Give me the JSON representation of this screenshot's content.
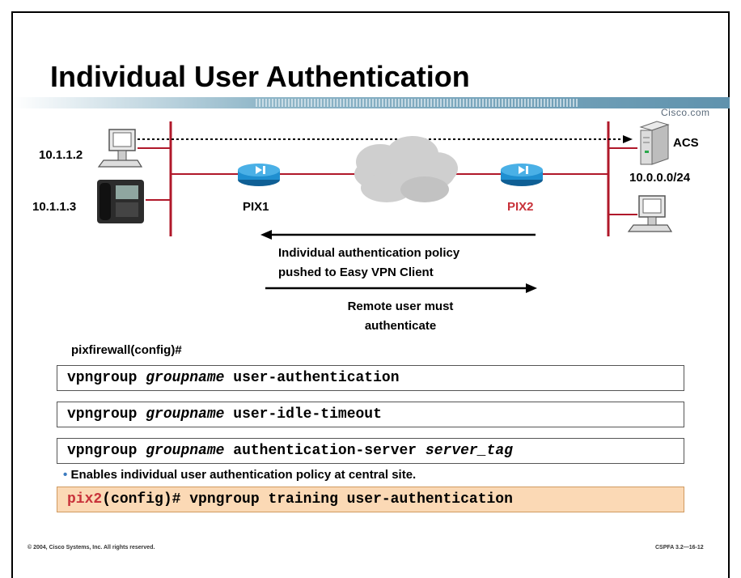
{
  "slide": {
    "title": "Individual User Authentication",
    "brand": "Cisco.com",
    "footer_left": "© 2004, Cisco Systems, Inc. All rights reserved.",
    "footer_right": "CSPFA 3.2—16-12"
  },
  "diagram": {
    "host1_ip": "10.1.1.2",
    "phone_ip": "10.1.1.3",
    "pix1_label": "PIX1",
    "pix2_label": "PIX2",
    "acs_label": "ACS",
    "network_label": "10.0.0.0/24",
    "policy_text_1": "Individual authentication policy",
    "policy_text_2": "pushed to Easy VPN Client",
    "auth_text_1": "Remote user must",
    "auth_text_2": "authenticate",
    "colors": {
      "pix_blue": "#1f8fd0",
      "pix2_red": "#c8323a",
      "network_line": "#b0182a",
      "cloud": "#cfcfcf"
    }
  },
  "commands": {
    "prompt": "pixfirewall(config)#",
    "cmd1": {
      "keyword": "vpngroup",
      "param": "groupname",
      "rest": "user-authentication"
    },
    "cmd2": {
      "keyword": "vpngroup",
      "param": "groupname",
      "rest": "user-idle-timeout"
    },
    "cmd3": {
      "keyword": "vpngroup",
      "param": "groupname",
      "rest": "authentication-server",
      "param2": "server_tag"
    },
    "bullet": "Enables individual user authentication policy at central site.",
    "example_host": "pix2",
    "example_rest": "(config)# vpngroup training user-authentication"
  }
}
